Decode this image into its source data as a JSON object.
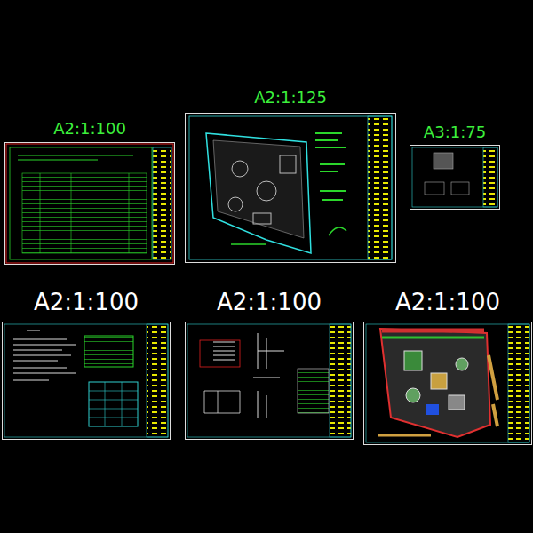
{
  "diagram": {
    "nodes": [
      {
        "text": [
          "A2:1:100"
        ]
      },
      {
        "text": [
          "A2:1:125"
        ]
      },
      {
        "text": [
          "A3:1:75"
        ]
      },
      {
        "text": [
          "A2:1:100"
        ]
      },
      {
        "text": [
          "A2:1:100"
        ]
      },
      {
        "text": [
          "A2:1:100"
        ]
      }
    ]
  }
}
